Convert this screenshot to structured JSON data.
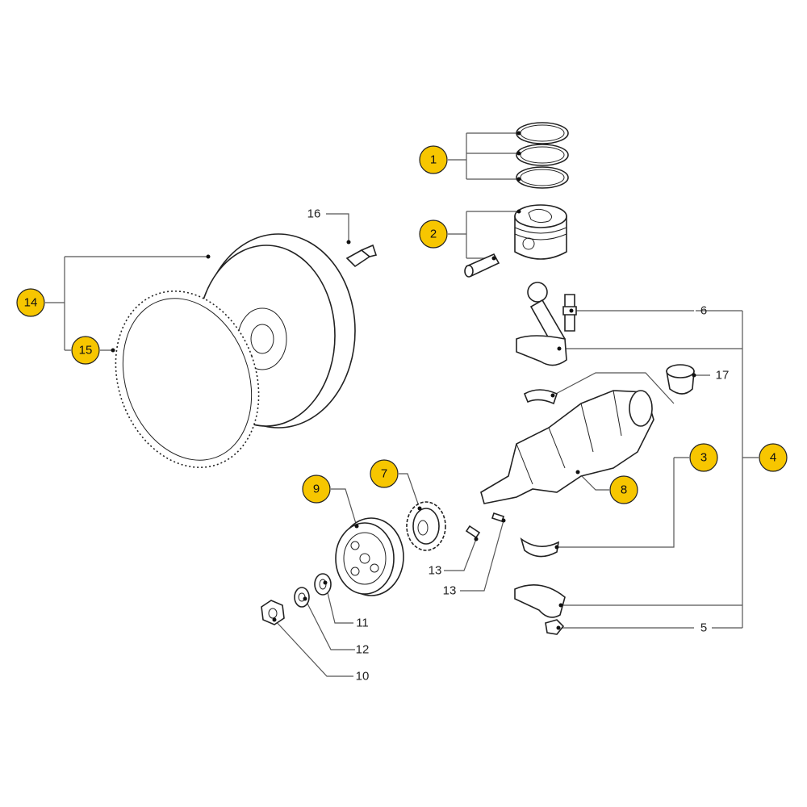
{
  "diagram": {
    "highlight_color": "#f7c600",
    "callouts": {
      "c1": "1",
      "c2": "2",
      "c3": "3",
      "c4": "4",
      "c5": "5",
      "c6": "6",
      "c7": "7",
      "c8": "8",
      "c9": "9",
      "c10": "10",
      "c11": "11",
      "c12": "12",
      "c13a": "13",
      "c13b": "13",
      "c14": "14",
      "c15": "15",
      "c16": "16",
      "c17": "17"
    }
  }
}
